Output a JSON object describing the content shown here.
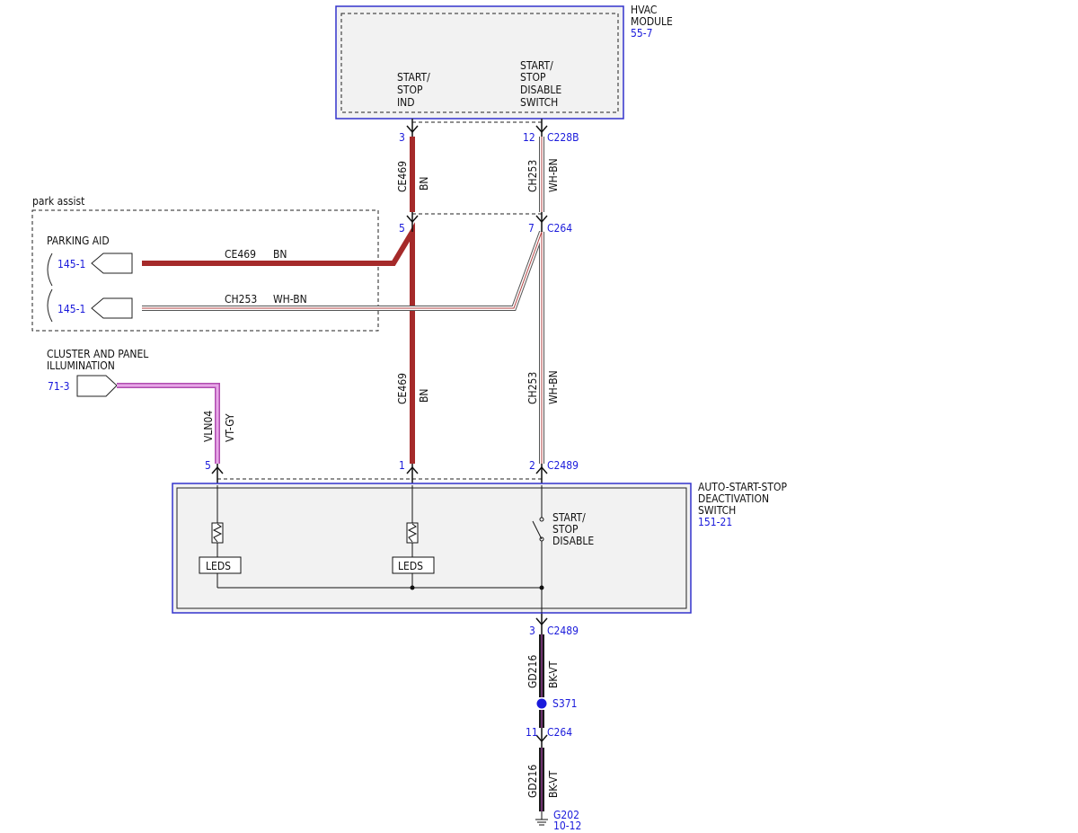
{
  "colors": {
    "module_border": "#3333cc",
    "module_fill": "#f2f2f2",
    "ref_text": "#1a1adb",
    "wire_bn": "#a52a2a",
    "wire_vt_gy": "#cc66cc",
    "wire_bk_vt": "#1a1a1a",
    "splice": "#1a1adb"
  },
  "hvac_module": {
    "title_line1": "HVAC",
    "title_line2": "MODULE",
    "ref": "55-7",
    "pin_start_stop_ind": [
      "START/",
      "STOP",
      "IND"
    ],
    "pin_start_stop_disable": [
      "START/",
      "STOP",
      "DISABLE",
      "SWITCH"
    ]
  },
  "park_assist": {
    "label": "park assist",
    "module_title": "PARKING AID",
    "ref1": "145-1",
    "ref2": "145-1"
  },
  "cluster": {
    "title_line1": "CLUSTER AND PANEL",
    "title_line2": "ILLUMINATION",
    "ref": "71-3"
  },
  "switch_module": {
    "title_line1": "AUTO-START-STOP",
    "title_line2": "DEACTIVATION",
    "title_line3": "SWITCH",
    "ref": "151-21",
    "switch_label": [
      "START/",
      "STOP",
      "DISABLE"
    ],
    "led_label": "LEDS"
  },
  "connectors": {
    "c228b": "C228B",
    "c264": "C264",
    "c2489_top": "C2489",
    "c2489_bottom": "C2489",
    "c264_bottom": "C264",
    "pin_3": "3",
    "pin_12": "12",
    "pin_5": "5",
    "pin_7": "7",
    "pin_5_sw": "5",
    "pin_1_sw": "1",
    "pin_2_sw": "2",
    "pin_3_bottom": "3",
    "pin_11": "11"
  },
  "wires": {
    "ce469": "CE469",
    "bn": "BN",
    "ch253": "CH253",
    "wh_bn": "WH-BN",
    "vln04": "VLN04",
    "vt_gy": "VT-GY",
    "gd216": "GD216",
    "bk_vt": "BK-VT"
  },
  "splice": {
    "label": "S371"
  },
  "ground": {
    "label": "G202",
    "ref": "10-12"
  }
}
